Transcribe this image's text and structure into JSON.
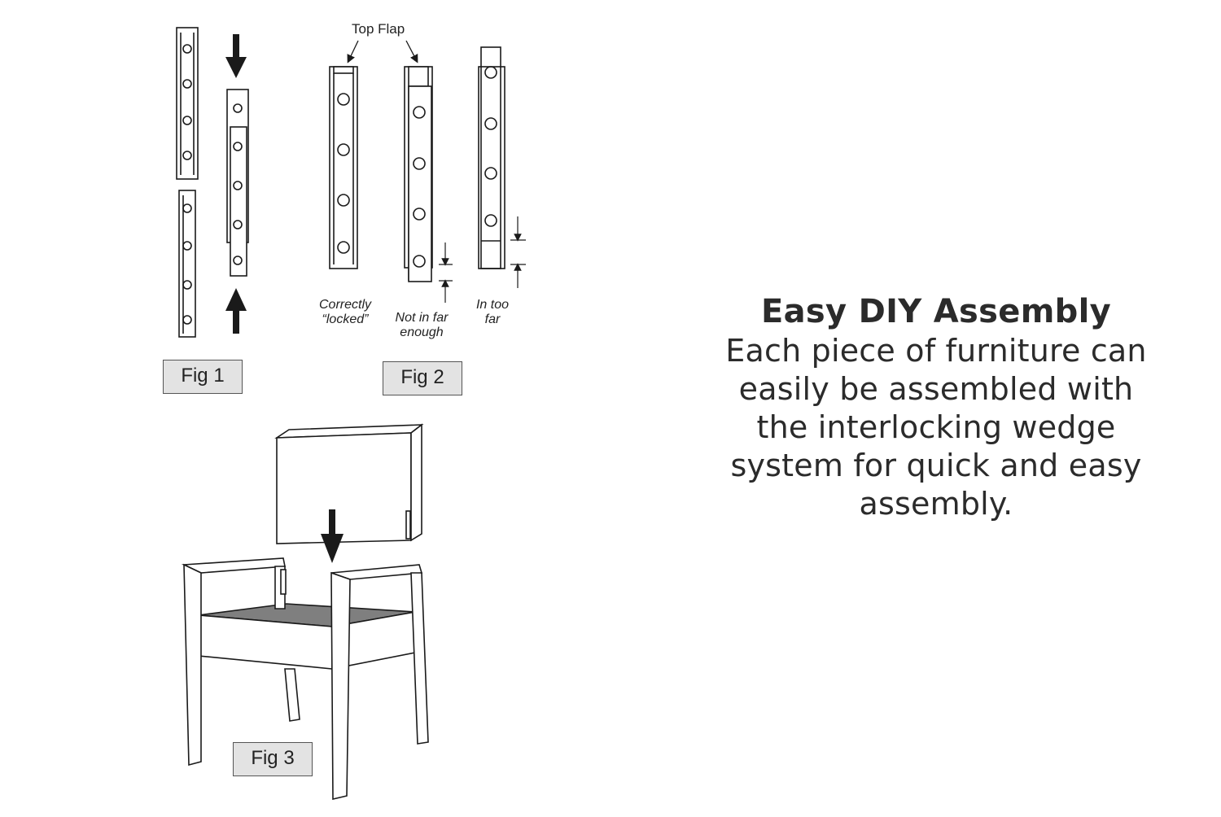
{
  "diagram": {
    "fig1": {
      "label": "Fig 1"
    },
    "fig2": {
      "label": "Fig 2",
      "top_flap_label": "Top Flap",
      "states": [
        {
          "line1": "Correctly",
          "line2": "“locked”"
        },
        {
          "line1": "Not in far",
          "line2": "enough"
        },
        {
          "line1": "In too",
          "line2": "far"
        }
      ]
    },
    "fig3": {
      "label": "Fig 3"
    },
    "colors": {
      "stroke": "#1a1a1a",
      "seat": "#7f7f7f",
      "label_bg": "#e3e3e3"
    }
  },
  "promo": {
    "title": "Easy DIY Assembly",
    "body_lines": [
      "Each piece of furniture can",
      "easily be assembled with",
      "the interlocking wedge",
      "system for quick and easy",
      "assembly."
    ]
  }
}
